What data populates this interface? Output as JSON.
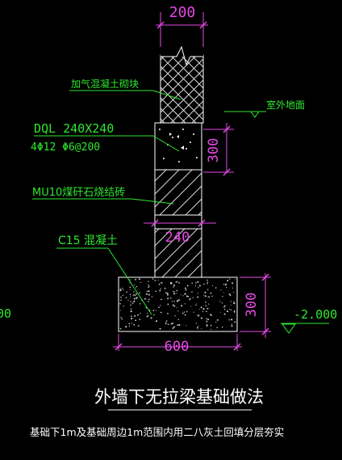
{
  "colors": {
    "background": "#000000",
    "dimension": "#e64ae6",
    "leader": "#2ee82e",
    "outline": "#ffffff",
    "hatch": "#d8d8d8",
    "concrete_dots": "#c8c8c8"
  },
  "dims": {
    "wall_width": "200",
    "beam_height": "300",
    "brick_width": "240",
    "footing_height": "300",
    "footing_width": "600",
    "left_edge_fragment": "00"
  },
  "labels": {
    "aerated_block": "加气混凝土砌块",
    "outdoor_ground": "室外地面",
    "beam_code": "DQL 240X240",
    "beam_rebar": "4Φ12  Φ6@200",
    "brick": "MU10煤矸石烧结砖",
    "concrete": "C15 混凝土",
    "elevation": "-2.000"
  },
  "title": "外墙下无拉梁基础做法",
  "note": "基础下1m及基础周边1m范围内用二八灰土回填分层夯实"
}
